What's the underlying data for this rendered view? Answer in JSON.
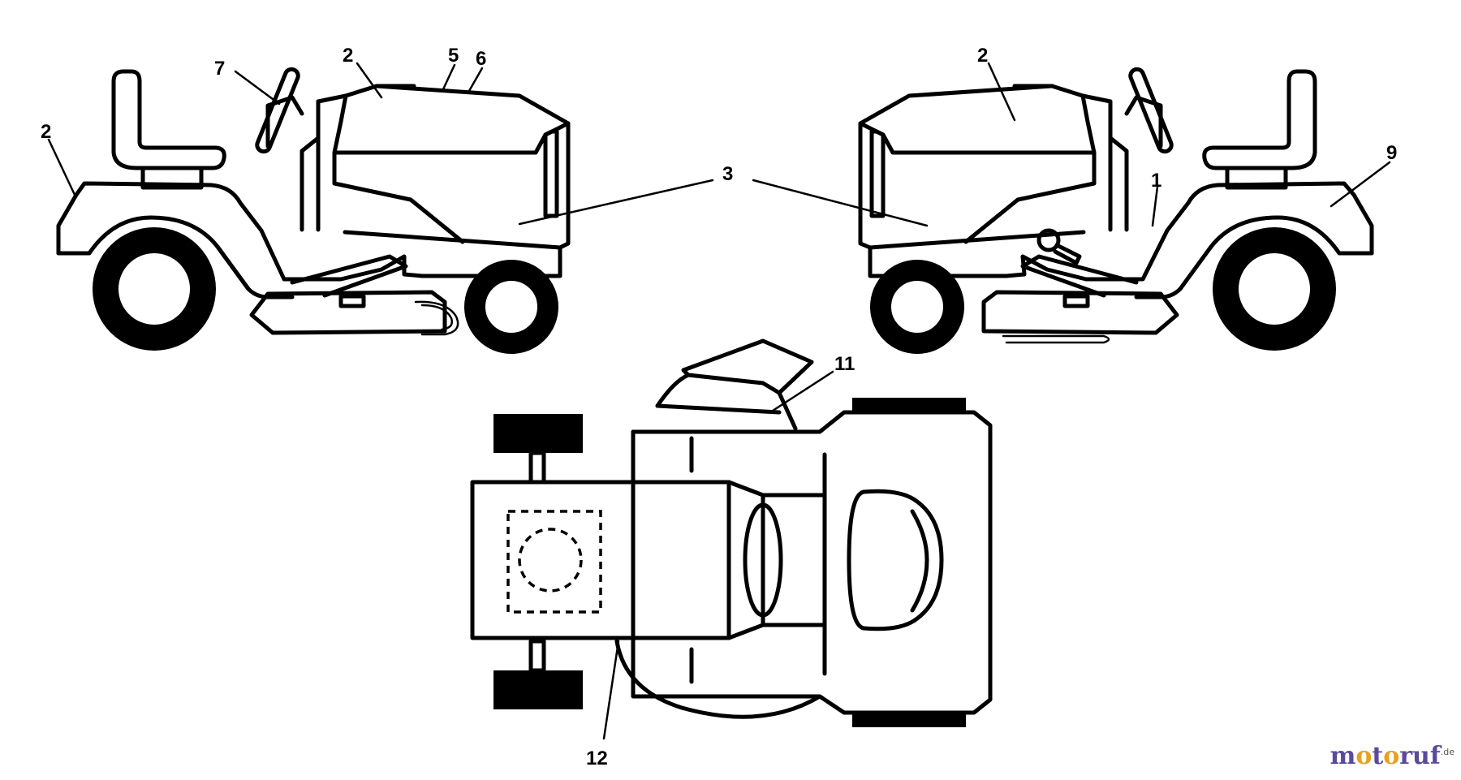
{
  "callouts": {
    "left": [
      "2",
      "7",
      "2",
      "5",
      "6",
      "3"
    ],
    "right": [
      "2",
      "1",
      "9"
    ],
    "top": [
      "11",
      "12"
    ]
  },
  "watermark": {
    "prefix": "m",
    "o1": "o",
    "mid": "t",
    "o2": "o",
    "suffix": "ruf",
    "tld": ".de"
  }
}
